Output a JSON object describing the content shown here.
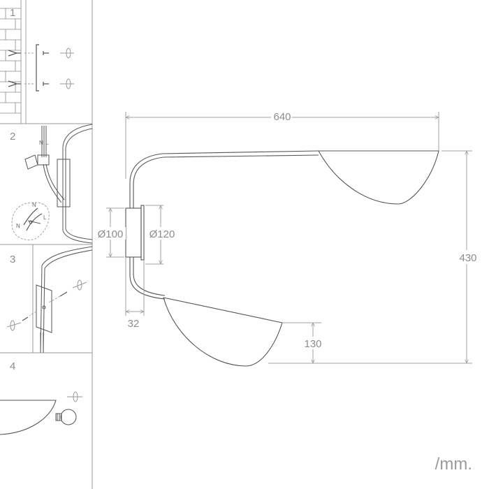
{
  "steps": [
    {
      "number": "1"
    },
    {
      "number": "2",
      "wire_labels": {
        "neutral": "N",
        "live": "L"
      }
    },
    {
      "number": "3"
    },
    {
      "number": "4"
    }
  ],
  "dimensions": {
    "width": "640",
    "height": "430",
    "base_small_diameter": "Ø100",
    "base_large_diameter": "Ø120",
    "base_depth": "32",
    "shade_height": "130"
  },
  "unit": "/mm.",
  "colors": {
    "line": "#555555",
    "dimension": "#a0a0a0",
    "text": "#8c8c8c",
    "panel_border": "#9a9a9a"
  }
}
